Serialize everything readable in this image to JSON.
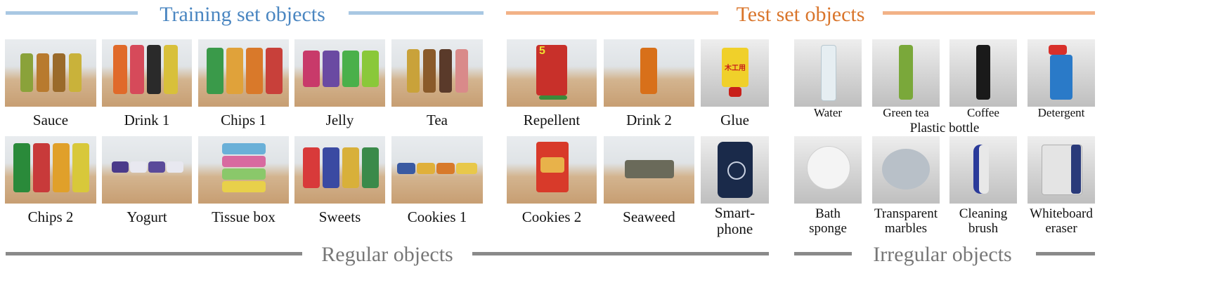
{
  "headers": {
    "training": "Training set objects",
    "test": "Test set objects",
    "regular": "Regular objects",
    "irregular": "Irregular objects"
  },
  "colors": {
    "training": "#4a86c1",
    "training_rule": "#a9c8e3",
    "test": "#d9752b",
    "test_rule": "#f2b287",
    "gray_text": "#777777",
    "gray_rule": "#8a8a8a"
  },
  "training_objects": [
    "Sauce",
    "Drink 1",
    "Chips 1",
    "Jelly",
    "Tea",
    "Chips 2",
    "Yogurt",
    "Tissue box",
    "Sweets",
    "Cookies 1"
  ],
  "test_regular_objects": [
    "Repellent",
    "Drink 2",
    "Glue",
    "Cookies 2",
    "Seaweed",
    "Smart-\nphone"
  ],
  "plastic_bottles": {
    "items": [
      "Water",
      "Green tea",
      "Coffee",
      "Detergent"
    ],
    "group_label": "Plastic bottle"
  },
  "irregular_objects": [
    "Bath\nsponge",
    "Transparent\nmarbles",
    "Cleaning\nbrush",
    "Whiteboard\neraser"
  ],
  "photo_text": {
    "relief_5": "5",
    "glue_label": "木工用"
  }
}
